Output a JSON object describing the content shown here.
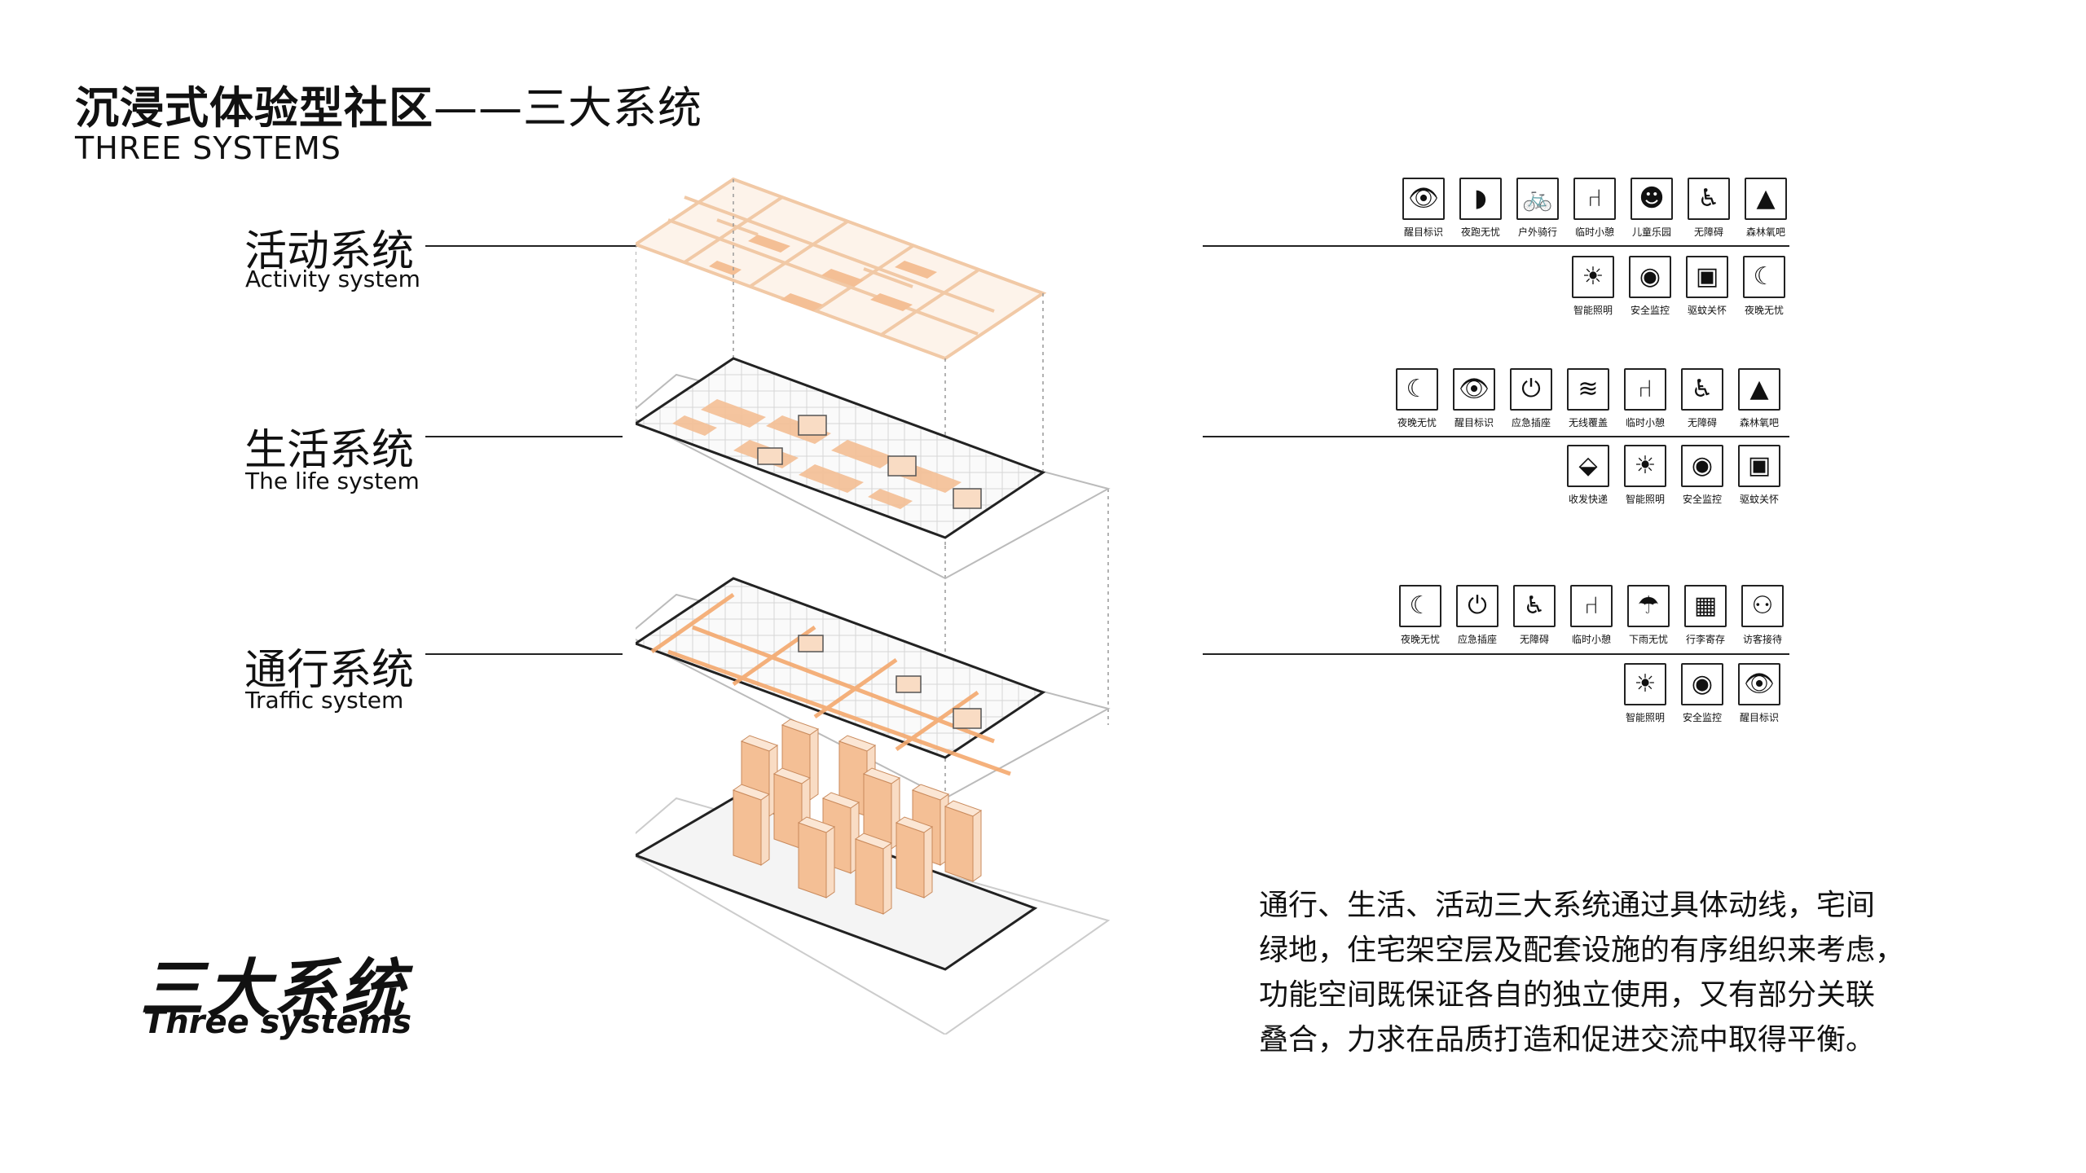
{
  "header": {
    "title_bold": "沉浸式体验型社区",
    "title_rest": "——三大系统",
    "subtitle": "THREE SYSTEMS"
  },
  "systems": [
    {
      "zh": "活动系统",
      "en": "Activity system"
    },
    {
      "zh": "生活系统",
      "en": "The life system"
    },
    {
      "zh": "通行系统",
      "en": "Traffic system"
    }
  ],
  "summary": {
    "zh": "三大系统",
    "en": "Three systems"
  },
  "description": [
    "通行、生活、活动三大系统通过具体动线，宅间",
    "绿地，住宅架空层及配套设施的有序组织来考虑，",
    "功能空间既保证各自的独立使用，又有部分关联",
    "叠合，力求在品质打造和促进交流中取得平衡。"
  ],
  "icons": {
    "activity_row1": [
      {
        "icon": "eye-icon",
        "label": "醒目标识"
      },
      {
        "icon": "track-icon",
        "label": "夜跑无忧"
      },
      {
        "icon": "bicycle-icon",
        "label": "户外骑行"
      },
      {
        "icon": "seat-icon",
        "label": "临时小憩"
      },
      {
        "icon": "playground-icon",
        "label": "儿童乐园"
      },
      {
        "icon": "wheelchair-icon",
        "label": "无障碍"
      },
      {
        "icon": "tree-icon",
        "label": "森林氧吧"
      }
    ],
    "activity_row2": [
      {
        "icon": "bulb-icon",
        "label": "智能照明"
      },
      {
        "icon": "camera-icon",
        "label": "安全监控"
      },
      {
        "icon": "repellent-icon",
        "label": "驱蚊关怀"
      },
      {
        "icon": "moon-icon",
        "label": "夜晚无忧"
      }
    ],
    "life_row1": [
      {
        "icon": "moon-icon",
        "label": "夜晚无忧"
      },
      {
        "icon": "eye-icon",
        "label": "醒目标识"
      },
      {
        "icon": "socket-icon",
        "label": "应急插座"
      },
      {
        "icon": "wifi-icon",
        "label": "无线覆盖"
      },
      {
        "icon": "seat-icon",
        "label": "临时小憩"
      },
      {
        "icon": "wheelchair-icon",
        "label": "无障碍"
      },
      {
        "icon": "tree-icon",
        "label": "森林氧吧"
      }
    ],
    "life_row2": [
      {
        "icon": "parcel-icon",
        "label": "收发快递"
      },
      {
        "icon": "bulb-icon",
        "label": "智能照明"
      },
      {
        "icon": "camera-icon",
        "label": "安全监控"
      },
      {
        "icon": "repellent-icon",
        "label": "驱蚊关怀"
      }
    ],
    "traffic_row1": [
      {
        "icon": "moon-icon",
        "label": "夜晚无忧"
      },
      {
        "icon": "socket-icon",
        "label": "应急插座"
      },
      {
        "icon": "wheelchair-icon",
        "label": "无障碍"
      },
      {
        "icon": "seat-icon",
        "label": "临时小憩"
      },
      {
        "icon": "rain-icon",
        "label": "下雨无忧"
      },
      {
        "icon": "locker-icon",
        "label": "行李寄存"
      },
      {
        "icon": "reception-icon",
        "label": "访客接待"
      }
    ],
    "traffic_row2": [
      {
        "icon": "bulb-icon",
        "label": "智能照明"
      },
      {
        "icon": "camera-icon",
        "label": "安全监控"
      },
      {
        "icon": "eye-icon",
        "label": "醒目标识"
      }
    ]
  },
  "colors": {
    "accent": "#f4bf95",
    "accent_light": "#f9dcc4",
    "line": "#222222",
    "plan_grey": "#c9c9c9"
  }
}
